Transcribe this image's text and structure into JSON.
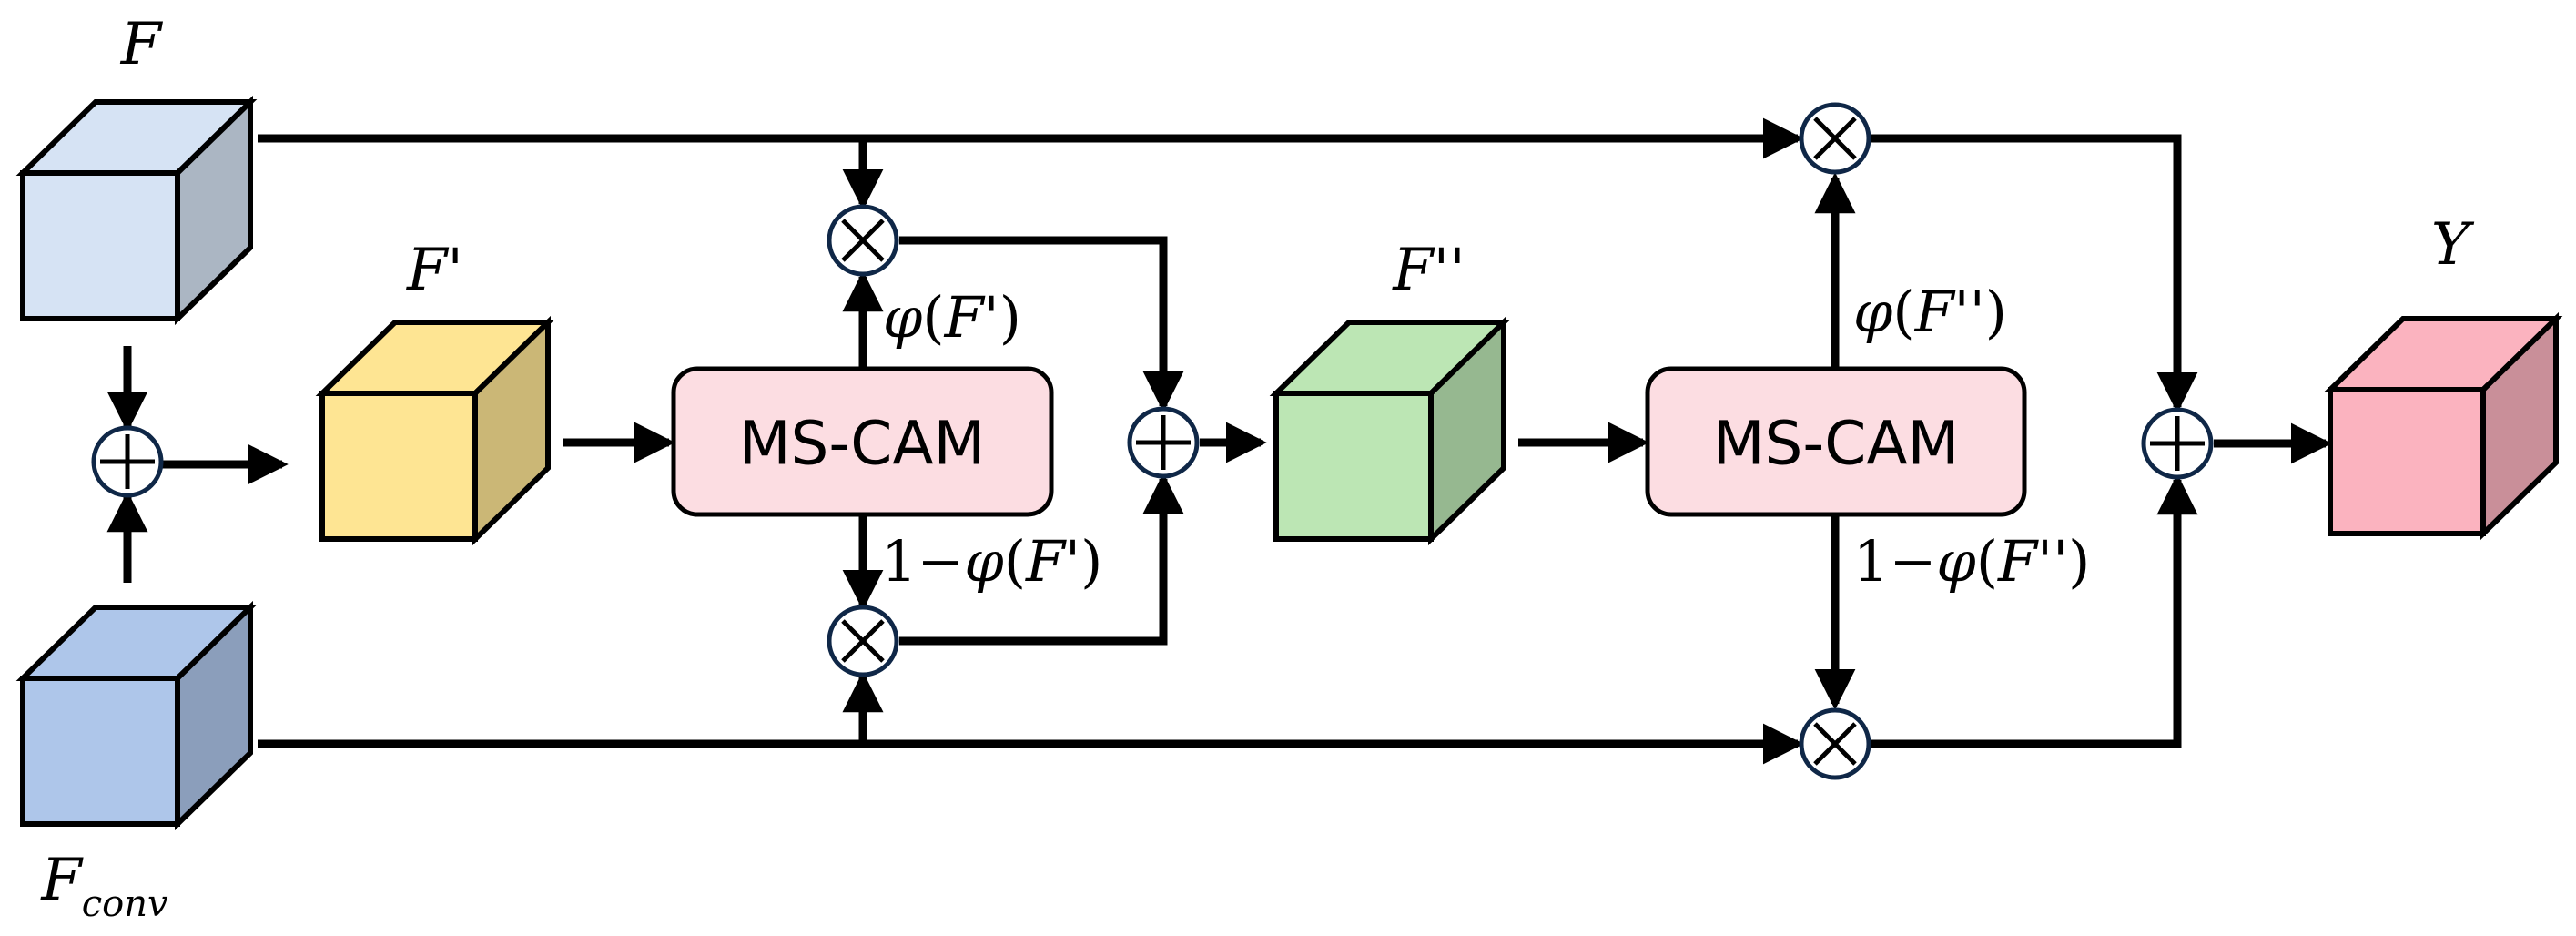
{
  "labels": {
    "F": "F",
    "F_conv_main": "F",
    "F_conv_sub": "conv",
    "F_prime": "F'",
    "F_double_prime": "F''",
    "Y": "Y"
  },
  "blocks": {
    "mscam_1": "MS-CAM",
    "mscam_2": "MS-CAM"
  },
  "weights": {
    "w1_top": {
      "phi": "φ",
      "open": "(",
      "arg": "F'",
      "close": ")"
    },
    "w1_bottom": {
      "one": "1",
      "minus": "−",
      "phi": "φ",
      "open": "(",
      "arg": "F'",
      "close": ")"
    },
    "w2_top": {
      "phi": "φ",
      "open": "(",
      "arg": "F''",
      "close": ")"
    },
    "w2_bottom": {
      "one": "1",
      "minus": "−",
      "phi": "φ",
      "open": "(",
      "arg": "F''",
      "close": ")"
    }
  },
  "colors": {
    "F": "#d6e3f4",
    "F_conv": "#aec6ea",
    "F_prime": "#fee593",
    "F_double_prime": "#bce6b4",
    "Y": "#fbb3bf",
    "mscam": "#fcdde2",
    "op_ring": "#0f2747"
  }
}
